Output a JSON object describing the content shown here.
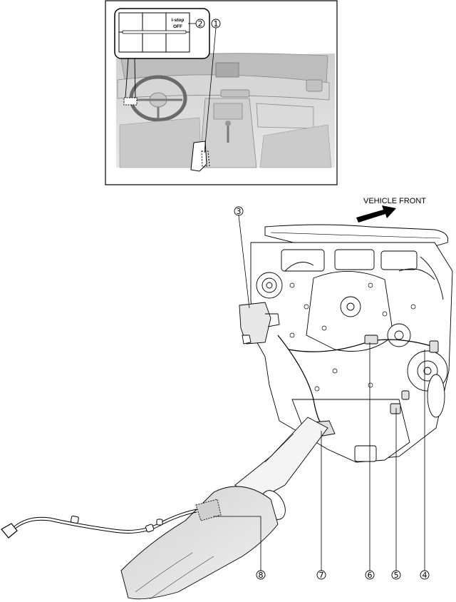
{
  "inset": {
    "switch_label_line1": "i-stop",
    "switch_label_line2": "OFF"
  },
  "direction_label": "VEHICLE FRONT",
  "callouts": {
    "c1": "1",
    "c2": "2",
    "c3": "3",
    "c4": "4",
    "c5": "5",
    "c6": "6",
    "c7": "7",
    "c8": "8"
  }
}
